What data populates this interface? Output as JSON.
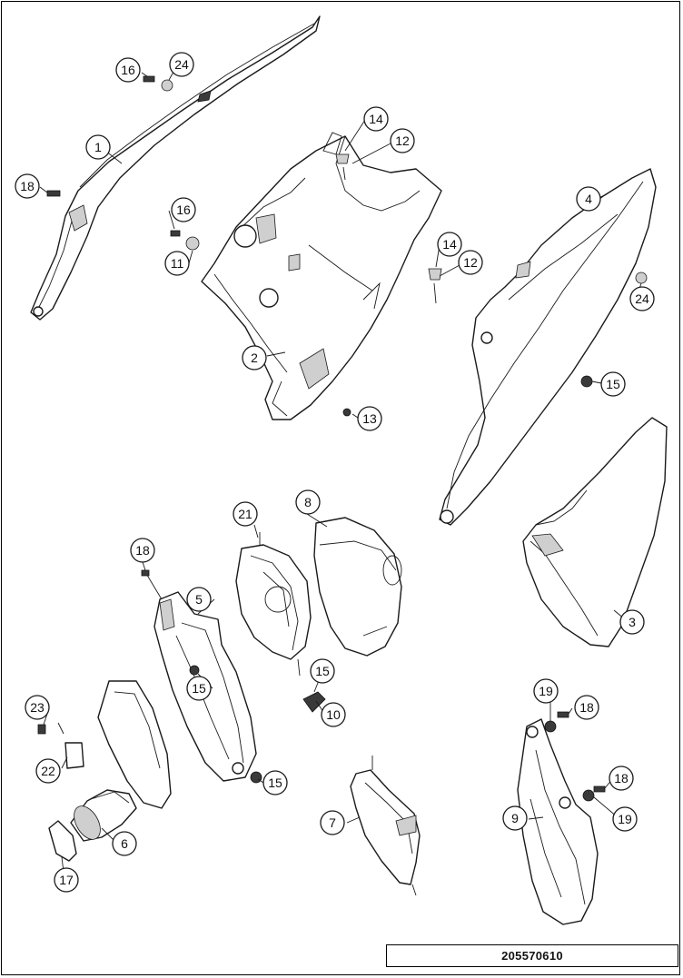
{
  "document_number": "205570610",
  "callouts": [
    {
      "id": "c1",
      "label": "1"
    },
    {
      "id": "c2",
      "label": "2"
    },
    {
      "id": "c3",
      "label": "3"
    },
    {
      "id": "c4",
      "label": "4"
    },
    {
      "id": "c5",
      "label": "5"
    },
    {
      "id": "c6",
      "label": "6"
    },
    {
      "id": "c7",
      "label": "7"
    },
    {
      "id": "c8",
      "label": "8"
    },
    {
      "id": "c9",
      "label": "9"
    },
    {
      "id": "c10",
      "label": "10"
    },
    {
      "id": "c11",
      "label": "11"
    },
    {
      "id": "c12a",
      "label": "12"
    },
    {
      "id": "c12b",
      "label": "12"
    },
    {
      "id": "c13",
      "label": "13"
    },
    {
      "id": "c14a",
      "label": "14"
    },
    {
      "id": "c14b",
      "label": "14"
    },
    {
      "id": "c15a",
      "label": "15"
    },
    {
      "id": "c15b",
      "label": "15"
    },
    {
      "id": "c15c",
      "label": "15"
    },
    {
      "id": "c15d",
      "label": "15"
    },
    {
      "id": "c16a",
      "label": "16"
    },
    {
      "id": "c16b",
      "label": "16"
    },
    {
      "id": "c17",
      "label": "17"
    },
    {
      "id": "c18a",
      "label": "18"
    },
    {
      "id": "c18b",
      "label": "18"
    },
    {
      "id": "c18c",
      "label": "18"
    },
    {
      "id": "c18d",
      "label": "18"
    },
    {
      "id": "c19a",
      "label": "19"
    },
    {
      "id": "c19b",
      "label": "19"
    },
    {
      "id": "c21",
      "label": "21"
    },
    {
      "id": "c22",
      "label": "22"
    },
    {
      "id": "c23",
      "label": "23"
    },
    {
      "id": "c24a",
      "label": "24"
    },
    {
      "id": "c24b",
      "label": "24"
    }
  ]
}
